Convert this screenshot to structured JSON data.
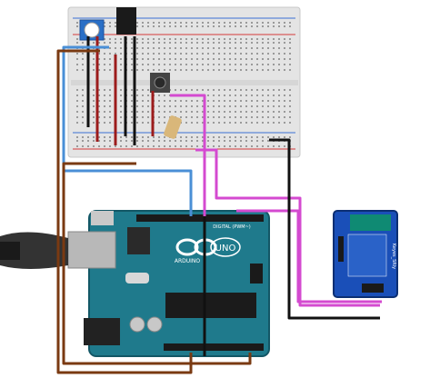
{
  "title": "",
  "colors": {
    "breadboard": "#e6e6e6",
    "rail_red": "#d33a3a",
    "rail_blue": "#3a6fd3",
    "arduino": "#1f7a8c",
    "relay": "#1a4fb8",
    "wire_black": "#111111",
    "wire_red": "#9c1c1c",
    "wire_brown": "#7a3a12",
    "wire_blue": "#4a8fd6",
    "wire_magenta": "#d44ad0",
    "usb": "#333333"
  },
  "components": {
    "arduino": {
      "logo_text": "ARDUINO",
      "model_text": "UNO",
      "digital_label": "DIGITAL (PWM~)",
      "icon": "arduino-infinity-logo"
    },
    "relay": {
      "module_label": "Keyes_SRly",
      "icon": "relay-module"
    },
    "breadboard": {
      "icon": "breadboard"
    },
    "potentiometer": {
      "icon": "potentiometer"
    },
    "regulator": {
      "icon": "voltage-regulator"
    },
    "pushbutton": {
      "icon": "push-button"
    },
    "resistor": {
      "icon": "resistor"
    },
    "usb_cable": {
      "icon": "usb-cable"
    }
  }
}
